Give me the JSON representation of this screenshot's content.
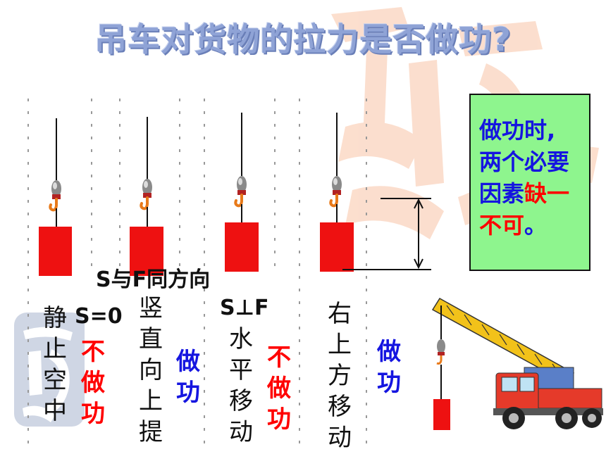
{
  "title": "吊车对货物的拉力是否做功?",
  "note": {
    "line1": "做功时,",
    "line2": "两个必要",
    "line3_a": "因素",
    "line3_b": "缺一",
    "line4_a": "不可",
    "line4_b": "。"
  },
  "labels": {
    "same_direction": "S与F同方向",
    "s_zero": "S=0",
    "perpendicular": "S⊥F"
  },
  "cases": [
    {
      "desc": "静止空中",
      "verdict": "不做功",
      "verdict_color": "#ff0000"
    },
    {
      "desc": "竖直向上提",
      "verdict": "做功",
      "verdict_color": "#1515e0"
    },
    {
      "desc": "水平移动",
      "verdict": "不做功",
      "verdict_color": "#ff0000"
    },
    {
      "desc": "右上方移动",
      "verdict": "做功",
      "verdict_color": "#1515e0"
    }
  ]
}
